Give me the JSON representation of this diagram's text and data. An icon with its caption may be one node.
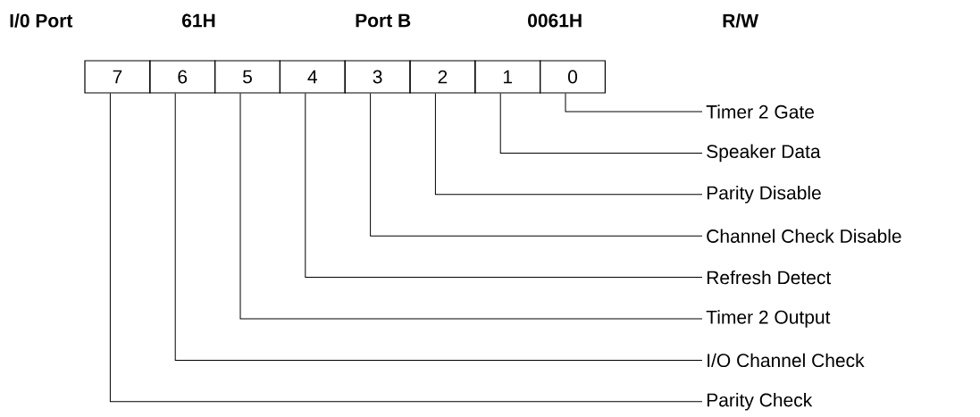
{
  "diagram": {
    "nodes": [
      {
        "text": [
          "7"
        ]
      },
      {
        "text": [
          "6"
        ]
      },
      {
        "text": [
          "5"
        ]
      },
      {
        "text": [
          "4"
        ]
      },
      {
        "text": [
          "3"
        ]
      },
      {
        "text": [
          "2"
        ]
      },
      {
        "text": [
          "1"
        ]
      },
      {
        "text": [
          "0"
        ]
      },
      {
        "text": [
          "Timer 2 Gate"
        ]
      },
      {
        "text": [
          "Speaker Data"
        ]
      },
      {
        "text": [
          "Parity Disable"
        ]
      },
      {
        "text": [
          "Channel Check Disable"
        ]
      },
      {
        "text": [
          "Refresh Detect"
        ]
      },
      {
        "text": [
          "Timer 2 Output"
        ]
      },
      {
        "text": [
          "I/O Channel Check"
        ]
      },
      {
        "text": [
          "Parity Check"
        ]
      }
    ],
    "edges": [
      {
        "from": 7,
        "to": 8,
        "arrow": "none"
      },
      {
        "from": 6,
        "to": 9,
        "arrow": "none"
      },
      {
        "from": 5,
        "to": 10,
        "arrow": "none"
      },
      {
        "from": 4,
        "to": 11,
        "arrow": "none"
      },
      {
        "from": 3,
        "to": 12,
        "arrow": "none"
      },
      {
        "from": 2,
        "to": 13,
        "arrow": "none"
      },
      {
        "from": 1,
        "to": 14,
        "arrow": "none"
      },
      {
        "from": 0,
        "to": 15,
        "arrow": "none"
      }
    ],
    "labels": [
      "I/0 Port",
      "61H",
      "Port B",
      "0061H",
      "R/W"
    ]
  }
}
